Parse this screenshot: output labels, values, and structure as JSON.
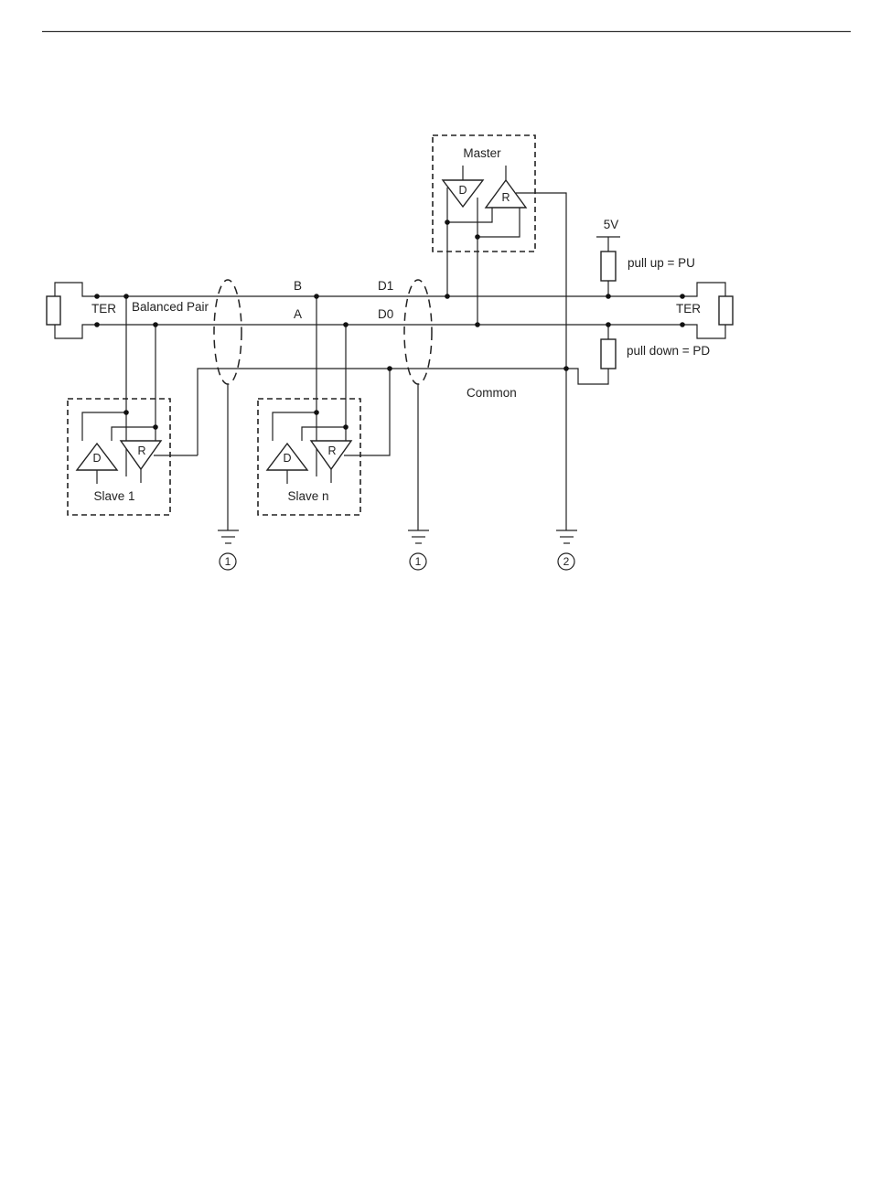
{
  "labels": {
    "master": "Master",
    "slave_1": "Slave 1",
    "slave_n": "Slave n",
    "ter_left": "TER",
    "ter_right": "TER",
    "balanced_pair": "Balanced Pair",
    "line_b": "B",
    "line_a": "A",
    "line_d1": "D1",
    "line_d0": "D0",
    "common": "Common",
    "supply": "5V",
    "pull_up": "pull up = PU",
    "pull_down": "pull down = PD"
  },
  "drivers": {
    "driver_letter": "D",
    "receiver_letter": "R"
  },
  "grounds": {
    "ground_1_left": "1",
    "ground_1_middle": "1",
    "ground_2": "2"
  }
}
